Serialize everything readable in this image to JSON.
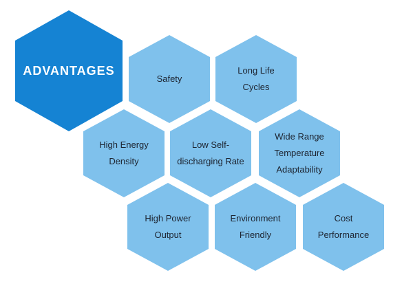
{
  "title": "ADVANTAGES",
  "items": {
    "safety": "Safety",
    "long_life_cycles": "Long Life\nCycles",
    "high_energy_density": "High Energy\nDensity",
    "low_self_discharging": "Low Self-\ndischarging Rate",
    "wide_range_temperature": "Wide Range\nTemperature\nAdaptability",
    "high_power_output": "High Power\nOutput",
    "environment_friendly": "Environment\nFriendly",
    "cost_performance": "Cost\nPerformance"
  },
  "colors": {
    "title_hex": "#1583d3",
    "item_hex": "#7fc1ec",
    "item_text": "#1d2430",
    "title_text": "#ffffff"
  }
}
